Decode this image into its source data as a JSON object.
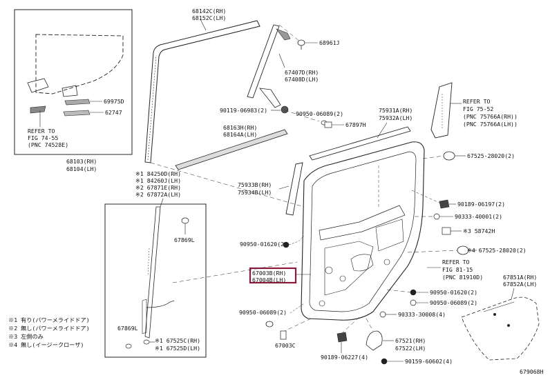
{
  "diagram_id": "679068H",
  "highlight_color": "#8b1a3a",
  "labels": {
    "l68142c": "68142C(RH)",
    "l68152c": "68152C(LH)",
    "l68961j": "68961J",
    "l67407d": "67407D(RH)",
    "l67408d": "67408D(LH)",
    "l69975d": "69975D",
    "l62747": "62747",
    "refer_fig_74_55_a": "REFER TO",
    "refer_fig_74_55_b": "FIG 74-55",
    "refer_fig_74_55_c": "(PNC 74528E)",
    "l68103": "68103(RH)",
    "l68104": "68104(LH)",
    "l90119": "90119-06983(2)",
    "l90950a": "90950-06089(2)",
    "l67897h": "67897H",
    "l75931a": "75931A(RH)",
    "l75932a": "75932A(LH)",
    "refer_fig_75_52_a": "REFER TO",
    "refer_fig_75_52_b": "FIG 75-52",
    "refer_fig_75_52_c": "(PNC 75766A(RH))",
    "refer_fig_75_52_d": "(PNC 75766A(LH))",
    "l68163h": "68163H(RH)",
    "l68164a": "68164A(LH)",
    "l67525_28020a": "67525-28020(2)",
    "l84250d": "※1 84250D(RH)",
    "l84260j": "※1 84260J(LH)",
    "l67871e": "※2 67871E(RH)",
    "l67872a": "※2 67872A(LH)",
    "l75933b": "75933B(RH)",
    "l75934b": "75934B(LH)",
    "l90189a": "90189-06197(2)",
    "l90333a": "90333-40001(2)",
    "l58742h": "※3 58742H",
    "l67869l_a": "67869L",
    "l90950b": "90950-01620(2)",
    "l67525_28020b": "※4 67525-28020(2)",
    "l67003b": "67003B(RH)",
    "l67004b": "67004B(LH)",
    "refer_fig_81_15_a": "REFER TO",
    "refer_fig_81_15_b": "FIG 81-15",
    "refer_fig_81_15_c": "(PNC 81910D)",
    "l67851a": "67851A(RH)",
    "l67852a": "67852A(LH)",
    "l90950c": "90950-01620(2)",
    "l90950d": "90950-06089(2)",
    "l90950e": "90950-06089(2)",
    "l90333b": "90333-30008(4)",
    "l67869l_b": "67869L",
    "l67525c": "※1 67525C(RH)",
    "l67525d": "※1 67525D(LH)",
    "l67003c": "67003C",
    "l67521": "67521(RH)",
    "l67522": "67522(LH)",
    "l90189b": "90189-06227(4)",
    "l90159": "90159-60602(4)",
    "note1": "※1 有り(パワーメライドドア)",
    "note2": "※2 無し(パワーメライドドア)",
    "note3": "※3 左側のみ",
    "note4": "※4 無し(イージークローザ)"
  }
}
